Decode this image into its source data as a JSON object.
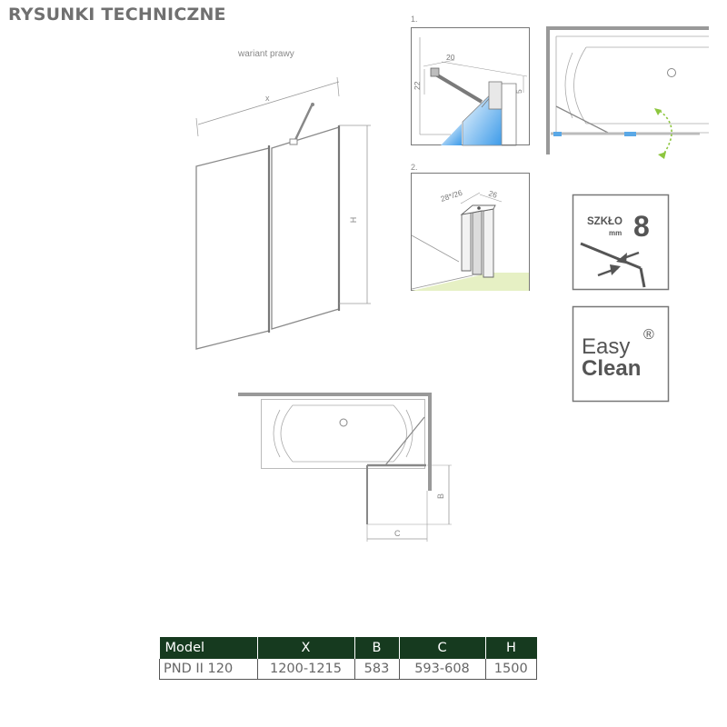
{
  "page": {
    "title": "RYSUNKI TECHNICZNE"
  },
  "main_drawing": {
    "variant": "wariant prawy",
    "dim_x": "x",
    "dim_h": "H"
  },
  "detail1": {
    "number": "1.",
    "dim_top": "20",
    "dim_left": "22",
    "dim_right": "5"
  },
  "detail2": {
    "number": "2.",
    "dim_a": "28*/26",
    "dim_b": "26"
  },
  "plan": {
    "dim_b": "B",
    "dim_c": "C"
  },
  "badges": {
    "glass": {
      "word": "SZKŁO",
      "unit": "mm",
      "value": "8"
    },
    "easyclean": {
      "line1": "Easy",
      "line2": "Clean",
      "mark": "®"
    }
  },
  "colors": {
    "header_bg": "#163a1f",
    "glass": "#5aa8e6",
    "arrow": "#8dc63f",
    "floor": "#e6f0c4"
  },
  "table": {
    "headers": [
      "Model",
      "X",
      "B",
      "C",
      "H"
    ],
    "rows": [
      [
        "PND II 120",
        "1200-1215",
        "583",
        "593-608",
        "1500"
      ]
    ]
  }
}
